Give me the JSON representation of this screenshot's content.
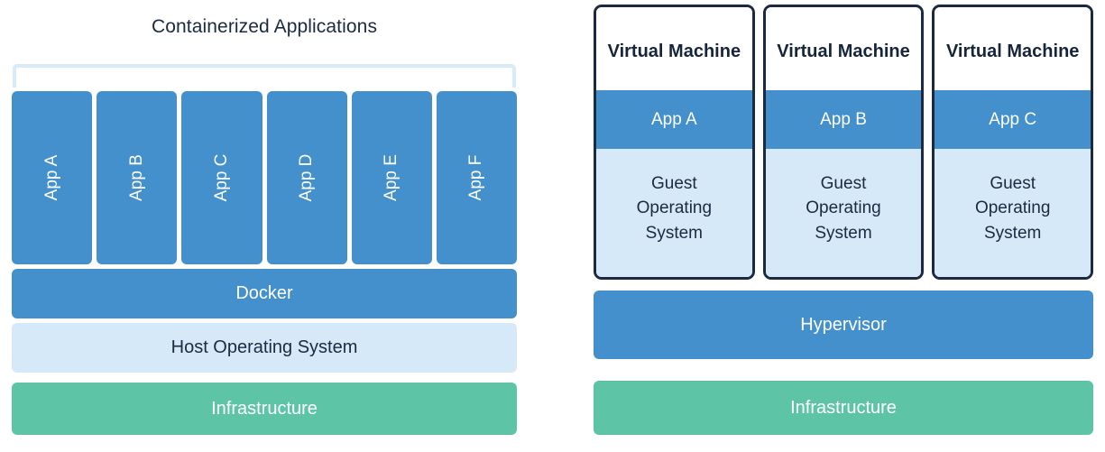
{
  "colors": {
    "blue": "#4490cc",
    "light_blue": "#d6e9f8",
    "green": "#5ec4a6",
    "navy": "#1b2a41",
    "bracket": "#d9eaf9",
    "white": "#ffffff"
  },
  "containers": {
    "title": "Containerized Applications",
    "apps": [
      {
        "label": "App A"
      },
      {
        "label": "App B"
      },
      {
        "label": "App C"
      },
      {
        "label": "App D"
      },
      {
        "label": "App E"
      },
      {
        "label": "App F"
      }
    ],
    "layers": [
      {
        "label": "Docker"
      },
      {
        "label": "Host Operating System"
      },
      {
        "label": "Infrastructure"
      }
    ],
    "docker_label": "Docker",
    "host_os_label": "Host Operating System",
    "infrastructure_label": "Infrastructure"
  },
  "virtual_machines": {
    "cards": [
      {
        "title": "Virtual Machine",
        "app": "App A",
        "guest_os": "Guest\nOperating\nSystem"
      },
      {
        "title": "Virtual Machine",
        "app": "App B",
        "guest_os": "Guest\nOperating\nSystem"
      },
      {
        "title": "Virtual Machine",
        "app": "App C",
        "guest_os": "Guest\nOperating\nSystem"
      }
    ],
    "guest_os_lines": [
      "Guest",
      "Operating",
      "System"
    ],
    "hypervisor_label": "Hypervisor",
    "infrastructure_label": "Infrastructure"
  }
}
